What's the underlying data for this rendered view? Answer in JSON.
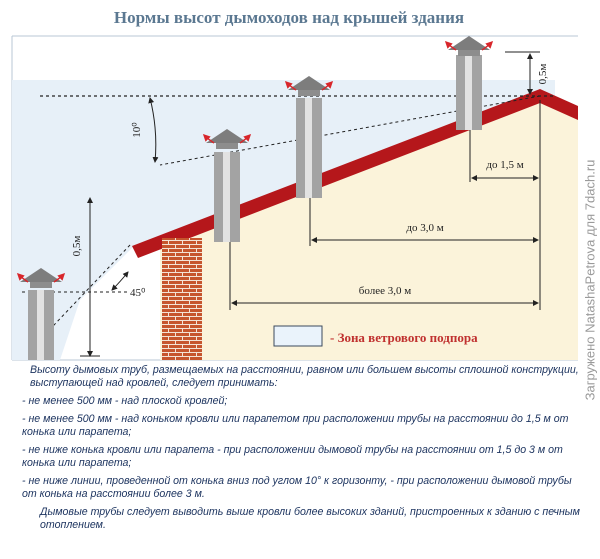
{
  "title": "Нормы высот дымоходов над крышей здания",
  "labels": {
    "dim_half_meter_top": "0,5м",
    "dim_half_meter_left": "0,5м",
    "angle_10": "10⁰",
    "angle_45": "45⁰",
    "dist_1_5": "до 1,5 м",
    "dist_3_0": "до 3,0 м",
    "dist_more_3_0": "более 3,0 м"
  },
  "legend": {
    "text": "- Зона ветрового подпора",
    "color": "#c0312f",
    "swatch": "#eaf3fb"
  },
  "colors": {
    "roof": "#b5171b",
    "wall": "#fbf3da",
    "zone": "#e7f0f8",
    "brick": "#c6552d",
    "text": "#1e3560"
  },
  "notes": {
    "intro": "Высоту дымовых труб, размещаемых на расстоянии, равном или большем высоты сплошной конструкции, выступающей над кровлей, следует принимать:",
    "items": [
      "- не менее 500 мм - над плоской кровлей;",
      "- не менее 500 мм - над коньком кровли или парапетом при расположении трубы на расстоянии до 1,5 м от конька или парапета;",
      "- не ниже конька кровли или парапета - при расположении дымовой трубы на расстоянии от 1,5 до 3 м от конька или парапета;",
      "- не ниже линии, проведенной от конька вниз под углом 10° к горизонту, - при расположении дымовой трубы от конька на расстоянии более 3 м."
    ],
    "footer": "Дымовые трубы следует выводить выше кровли более высоких зданий, пристроенных к зданию с печным отоплением."
  },
  "watermark": "Загружено NatashaPetrova для 7dach.ru"
}
